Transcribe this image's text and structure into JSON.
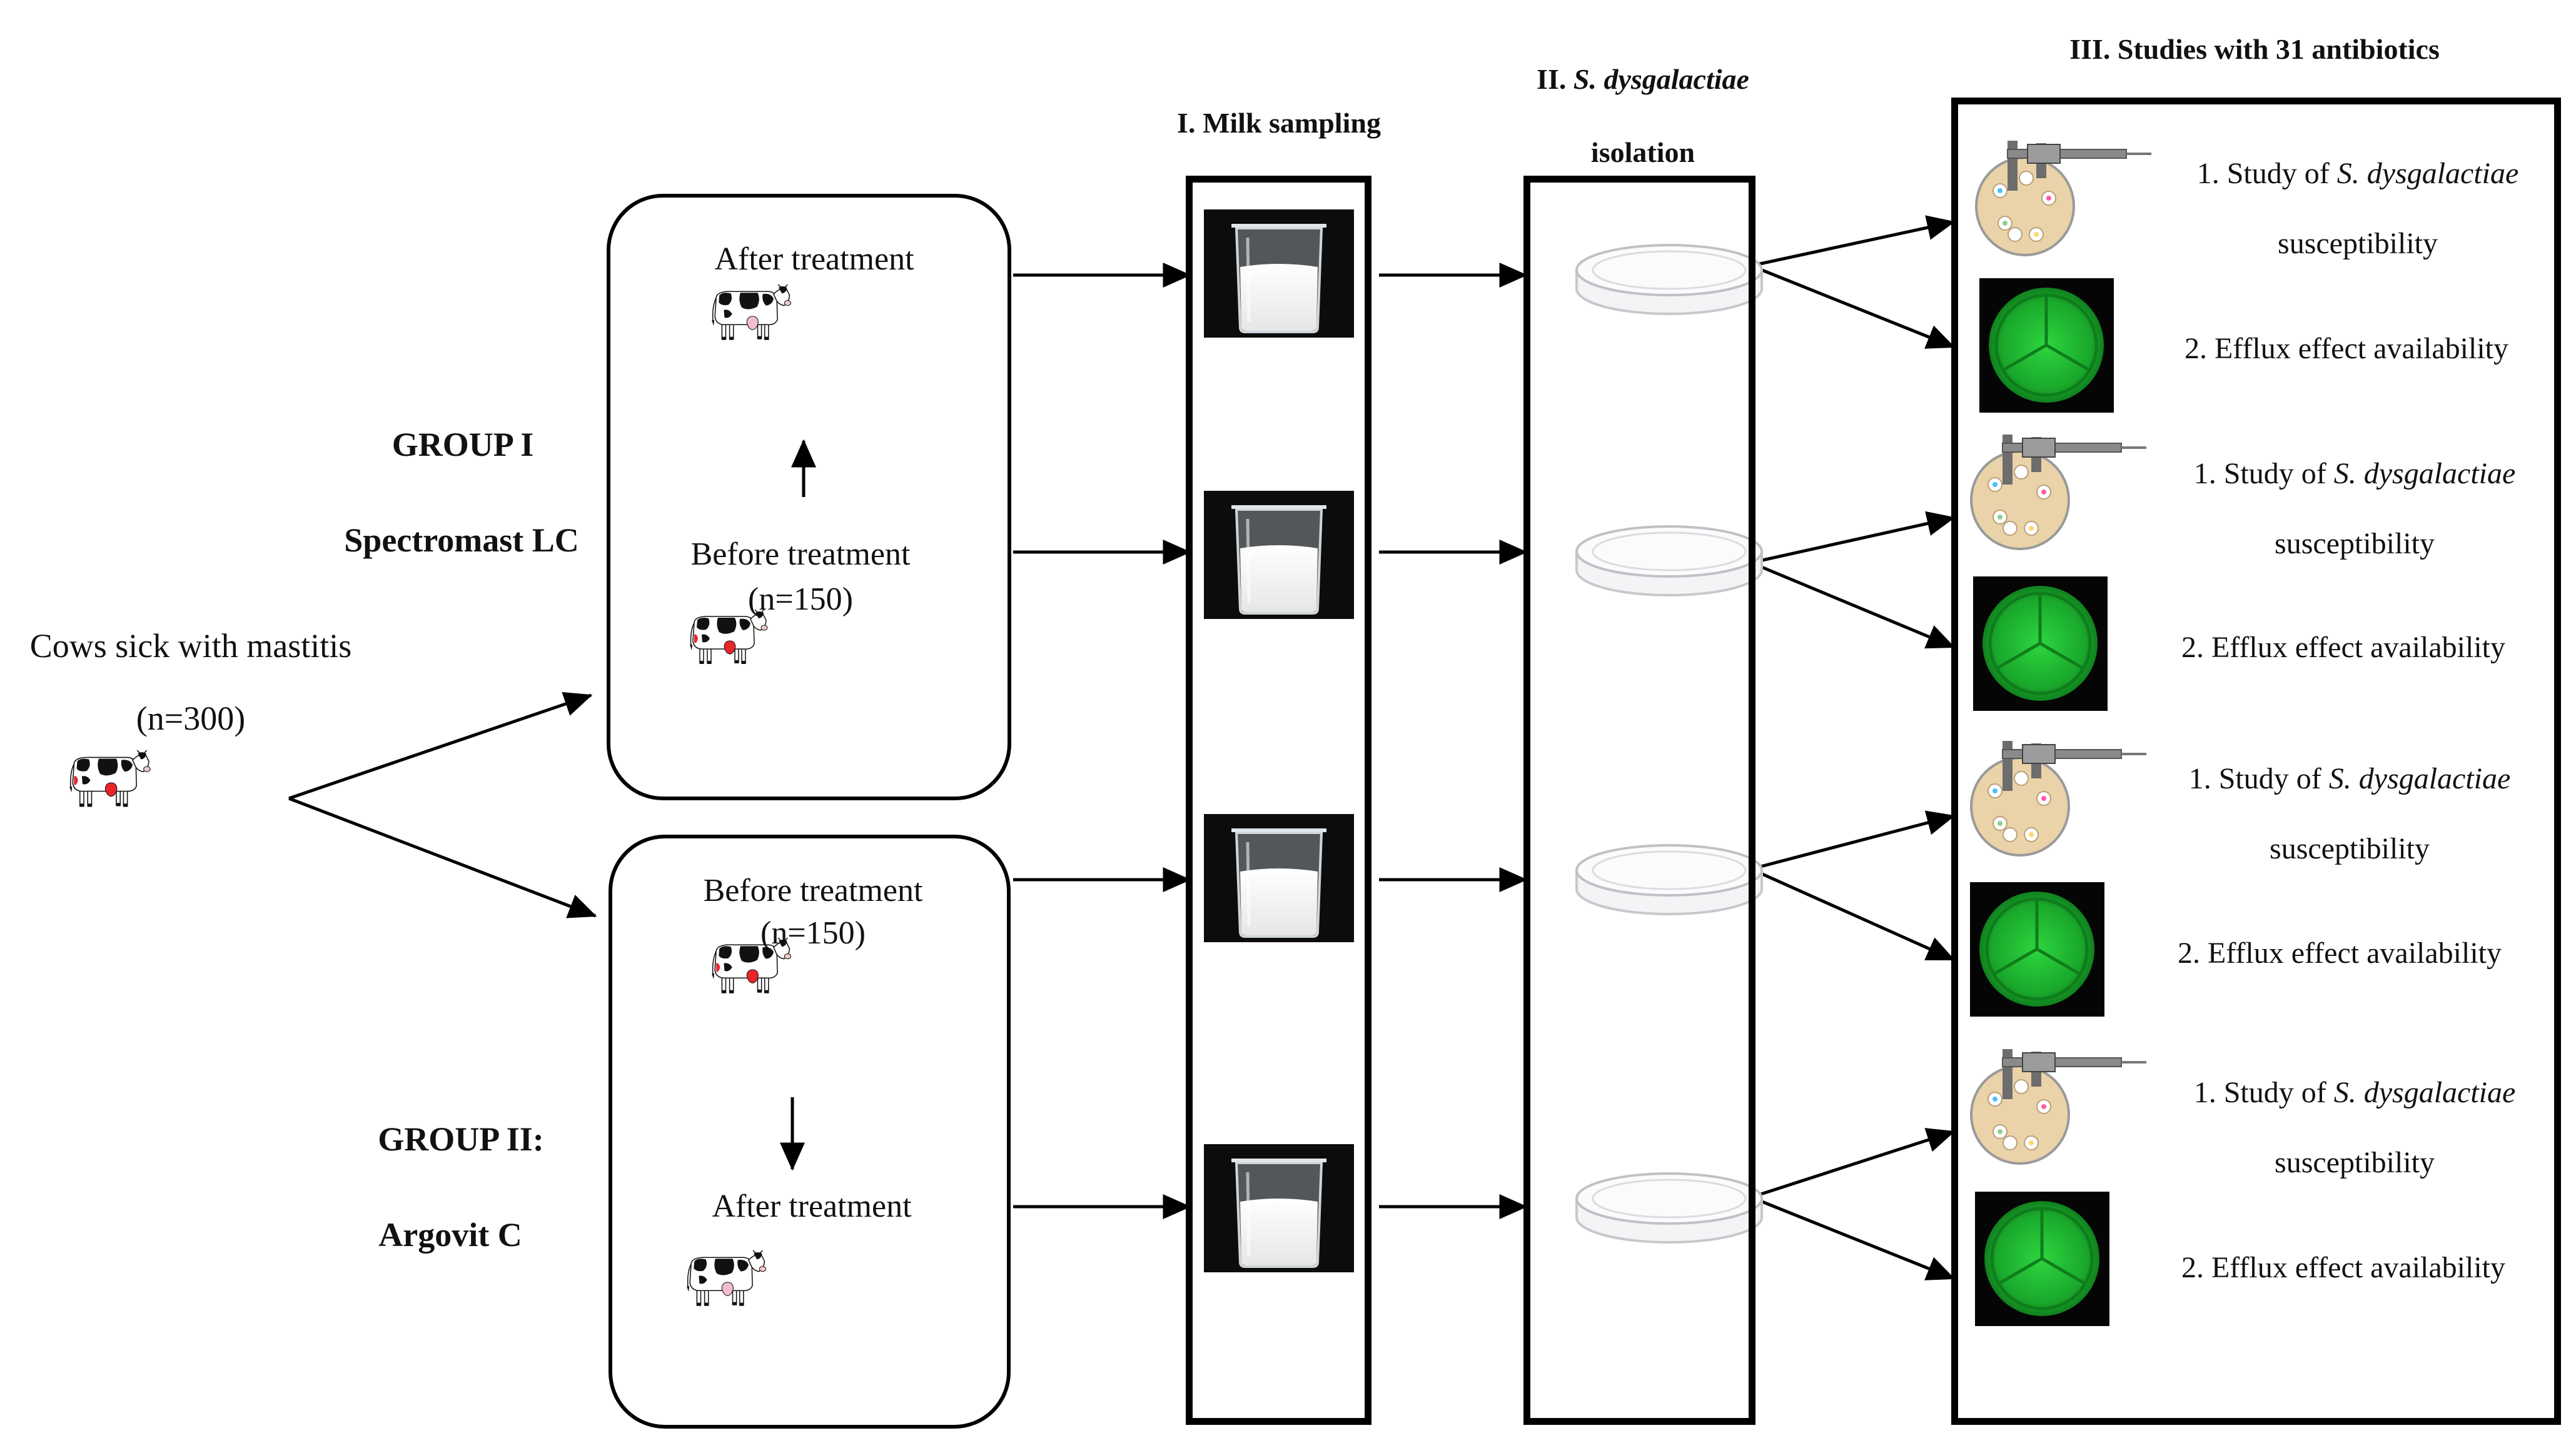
{
  "cows": {
    "label": "Cows sick with mastitis",
    "count": "(n=300)"
  },
  "groups": [
    {
      "title": "GROUP I",
      "treatment": "Spectromast LC",
      "before_label": "Before treatment",
      "before_count": "(n=150)",
      "after_label": "After treatment"
    },
    {
      "title": "GROUP II:",
      "treatment": "Argovit C",
      "before_label": "Before treatment",
      "before_count": "(n=150)",
      "after_label": "After treatment"
    }
  ],
  "stages": {
    "milk": {
      "title": "I. Milk sampling"
    },
    "isolation": {
      "prefix": "II. ",
      "species": "S. dysgalactiae",
      "suffix": "isolation"
    },
    "antibiotics": {
      "title": "III. Studies with 31 antibiotics"
    }
  },
  "study_rows": [
    {
      "study_prefix": "1. Study of ",
      "species": "S. dysgalactiae",
      "study_suffix": "susceptibility",
      "efflux": "2. Efflux effect availability"
    },
    {
      "study_prefix": "1. Study of ",
      "species": "S. dysgalactiae",
      "study_suffix": "susceptibility",
      "efflux": "2. Efflux effect availability"
    },
    {
      "study_prefix": "1. Study of ",
      "species": "S. dysgalactiae",
      "study_suffix": "susceptibility",
      "efflux": "2. Efflux effect availability"
    },
    {
      "study_prefix": "1. Study of ",
      "species": "S. dysgalactiae",
      "study_suffix": "susceptibility",
      "efflux": "2. Efflux effect availability"
    }
  ],
  "icons": [
    "cow-icon",
    "beaker-icon",
    "petri-dish-icon",
    "caliper-plate-icon",
    "fluorescent-plate-icon"
  ],
  "colors": {
    "udder_sick": "#e8262a",
    "udder_healthy": "#f4bcd2",
    "fluorescent_green": "#19b22e",
    "agar": "#ead3a8"
  }
}
